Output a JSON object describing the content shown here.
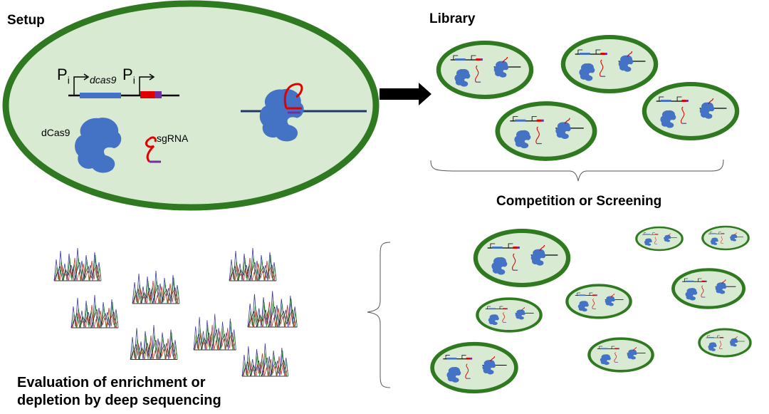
{
  "labels": {
    "setup": "Setup",
    "library": "Library",
    "competition": "Competition or Screening",
    "evaluation_line1": "Evaluation of enrichment or",
    "evaluation_line2": "depletion by deep sequencing"
  },
  "construct": {
    "promoter1_main": "P",
    "promoter1_sub": "i",
    "gene": "dcas9",
    "promoter2_main": "P",
    "promoter2_sub": "i",
    "protein_label": "dCas9",
    "guide_label": "sgRNA"
  },
  "colors": {
    "cell_fill": "#d9ead3",
    "cell_border": "#2f7a20",
    "dcas9": "#4472c4",
    "sgrna_red": "#e00000",
    "sgrna_purple": "#7030a0",
    "dna": "#1f3864",
    "arrow": "#000000"
  }
}
